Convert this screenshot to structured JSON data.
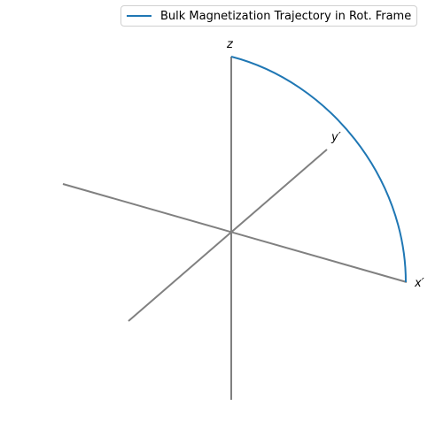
{
  "legend": {
    "label": "Bulk Magnetization Trajectory in Rot. Frame"
  },
  "axes": {
    "z_label": "z",
    "y_label": "y′",
    "x_label": "x′"
  },
  "colors": {
    "axis": "#808080",
    "trajectory": "#1f77b4"
  }
}
